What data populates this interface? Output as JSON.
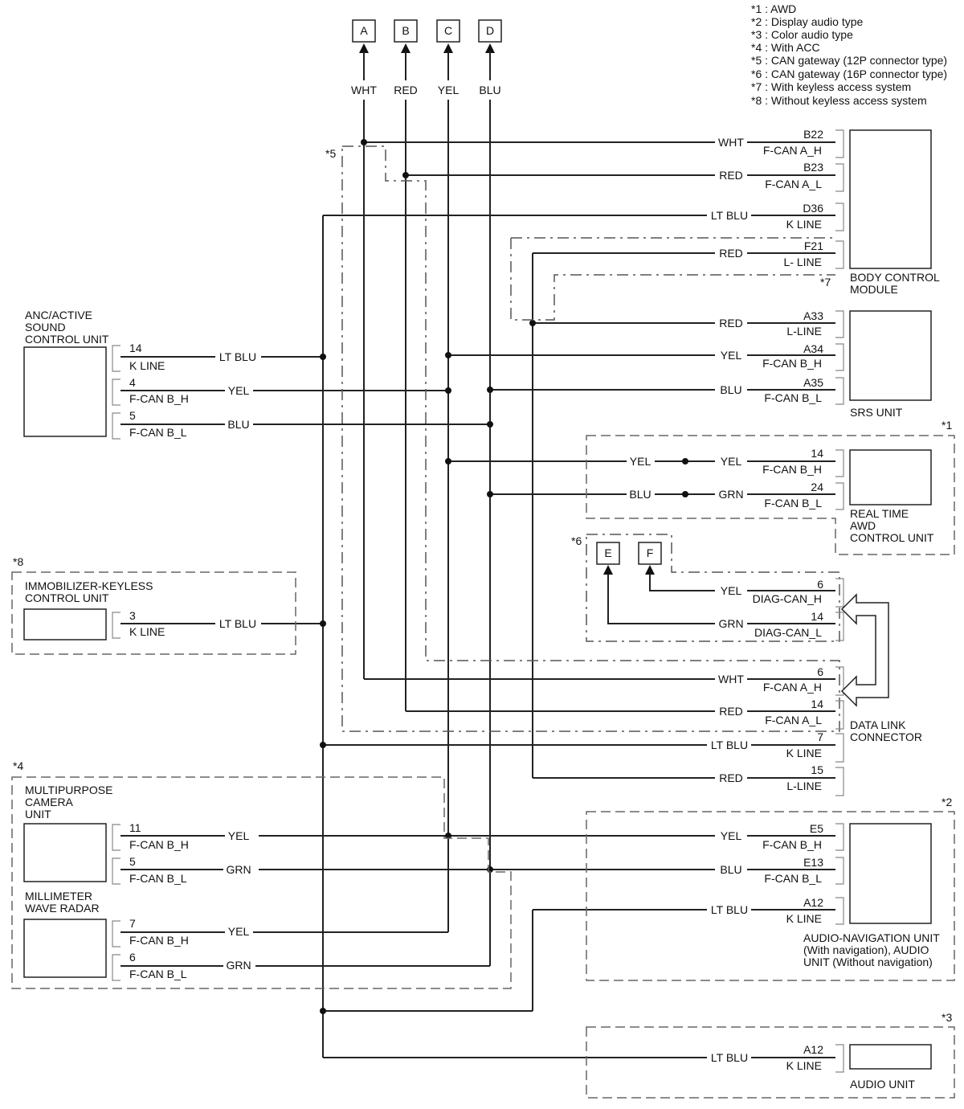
{
  "notes": [
    "*1 : AWD",
    "*2 : Display audio type",
    "*3 : Color audio type",
    "*4 : With ACC",
    "*5 : CAN gateway (12P connector type)",
    "*6 : CAN gateway (16P connector type)",
    "*7 : With keyless access system",
    "*8 : Without keyless access system"
  ],
  "terminals": [
    {
      "id": "A",
      "color": "WHT"
    },
    {
      "id": "B",
      "color": "RED"
    },
    {
      "id": "C",
      "color": "YEL"
    },
    {
      "id": "D",
      "color": "BLU"
    },
    {
      "id": "E"
    },
    {
      "id": "F"
    }
  ],
  "marks": {
    "m1": "*1",
    "m2": "*2",
    "m3": "*3",
    "m4": "*4",
    "m5": "*5",
    "m6": "*6",
    "m7": "*7",
    "m8": "*8"
  },
  "components": {
    "bcm": [
      "BODY CONTROL",
      "MODULE"
    ],
    "srs": [
      "SRS UNIT"
    ],
    "awd": [
      "REAL TIME",
      "AWD",
      "CONTROL UNIT"
    ],
    "dlc": [
      "DATA LINK",
      "CONNECTOR"
    ],
    "audionav": [
      "AUDIO-NAVIGATION UNIT",
      "(With navigation), AUDIO",
      "UNIT (Without navigation)"
    ],
    "audio": [
      "AUDIO UNIT"
    ],
    "anc": [
      "ANC/ACTIVE",
      "SOUND",
      "CONTROL UNIT"
    ],
    "immo": [
      "IMMOBILIZER-KEYLESS",
      "CONTROL UNIT"
    ],
    "camera": [
      "MULTIPURPOSE",
      "CAMERA",
      "UNIT"
    ],
    "radar": [
      "MILLIMETER",
      "WAVE RADAR"
    ]
  },
  "right_pins": [
    {
      "pin": "B22",
      "signal": "F-CAN A_H",
      "wire": "WHT"
    },
    {
      "pin": "B23",
      "signal": "F-CAN A_L",
      "wire": "RED"
    },
    {
      "pin": "D36",
      "signal": "K LINE",
      "wire": "LT BLU"
    },
    {
      "pin": "F21",
      "signal": "L- LINE",
      "wire": "RED"
    },
    {
      "pin": "A33",
      "signal": "L-LINE",
      "wire": "RED"
    },
    {
      "pin": "A34",
      "signal": "F-CAN B_H",
      "wire": "YEL"
    },
    {
      "pin": "A35",
      "signal": "F-CAN B_L",
      "wire": "BLU"
    },
    {
      "pin": "14",
      "signal": "F-CAN B_H",
      "wire": "YEL",
      "wire_in": "YEL"
    },
    {
      "pin": "24",
      "signal": "F-CAN B_L",
      "wire": "GRN",
      "wire_in": "BLU"
    },
    {
      "pin": "6",
      "signal": "DIAG-CAN_H",
      "wire": "YEL"
    },
    {
      "pin": "14",
      "signal": "DIAG-CAN_L",
      "wire": "GRN"
    },
    {
      "pin": "6",
      "signal": "F-CAN A_H",
      "wire": "WHT"
    },
    {
      "pin": "14",
      "signal": "F-CAN A_L",
      "wire": "RED"
    },
    {
      "pin": "7",
      "signal": "K LINE",
      "wire": "LT BLU"
    },
    {
      "pin": "15",
      "signal": "L-LINE",
      "wire": "RED"
    },
    {
      "pin": "E5",
      "signal": "F-CAN B_H",
      "wire": "YEL"
    },
    {
      "pin": "E13",
      "signal": "F-CAN B_L",
      "wire": "BLU"
    },
    {
      "pin": "A12",
      "signal": "K LINE",
      "wire": "LT BLU"
    },
    {
      "pin": "A12",
      "signal": "K LINE",
      "wire": "LT BLU"
    }
  ],
  "left_pins": [
    {
      "pin": "14",
      "signal": "K LINE",
      "wire": "LT BLU"
    },
    {
      "pin": "4",
      "signal": "F-CAN B_H",
      "wire": "YEL"
    },
    {
      "pin": "5",
      "signal": "F-CAN B_L",
      "wire": "BLU"
    },
    {
      "pin": "3",
      "signal": "K LINE",
      "wire": "LT BLU"
    },
    {
      "pin": "11",
      "signal": "F-CAN B_H",
      "wire": "YEL"
    },
    {
      "pin": "5",
      "signal": "F-CAN B_L",
      "wire": "GRN"
    },
    {
      "pin": "7",
      "signal": "F-CAN B_H",
      "wire": "YEL"
    },
    {
      "pin": "6",
      "signal": "F-CAN B_L",
      "wire": "GRN"
    }
  ]
}
